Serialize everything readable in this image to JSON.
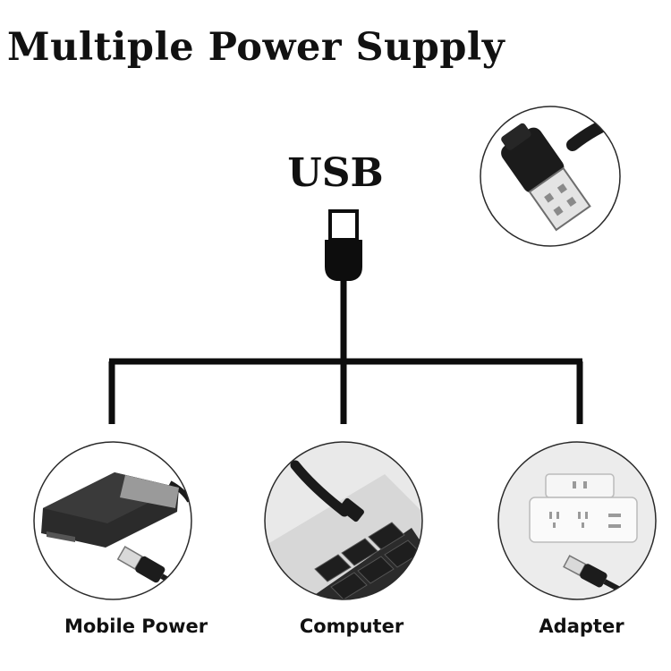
{
  "title": "Multiple Power Supply",
  "usb_label": "USB",
  "sources": [
    {
      "label": "Mobile Power",
      "icon": "card-reader-icon"
    },
    {
      "label": "Computer",
      "icon": "laptop-keyboard-icon"
    },
    {
      "label": "Adapter",
      "icon": "power-strip-icon"
    }
  ],
  "usb_plug_icon": "usb-plug-icon",
  "colors": {
    "line": "#0d0d0d",
    "circle_border": "#2a2a2a"
  }
}
